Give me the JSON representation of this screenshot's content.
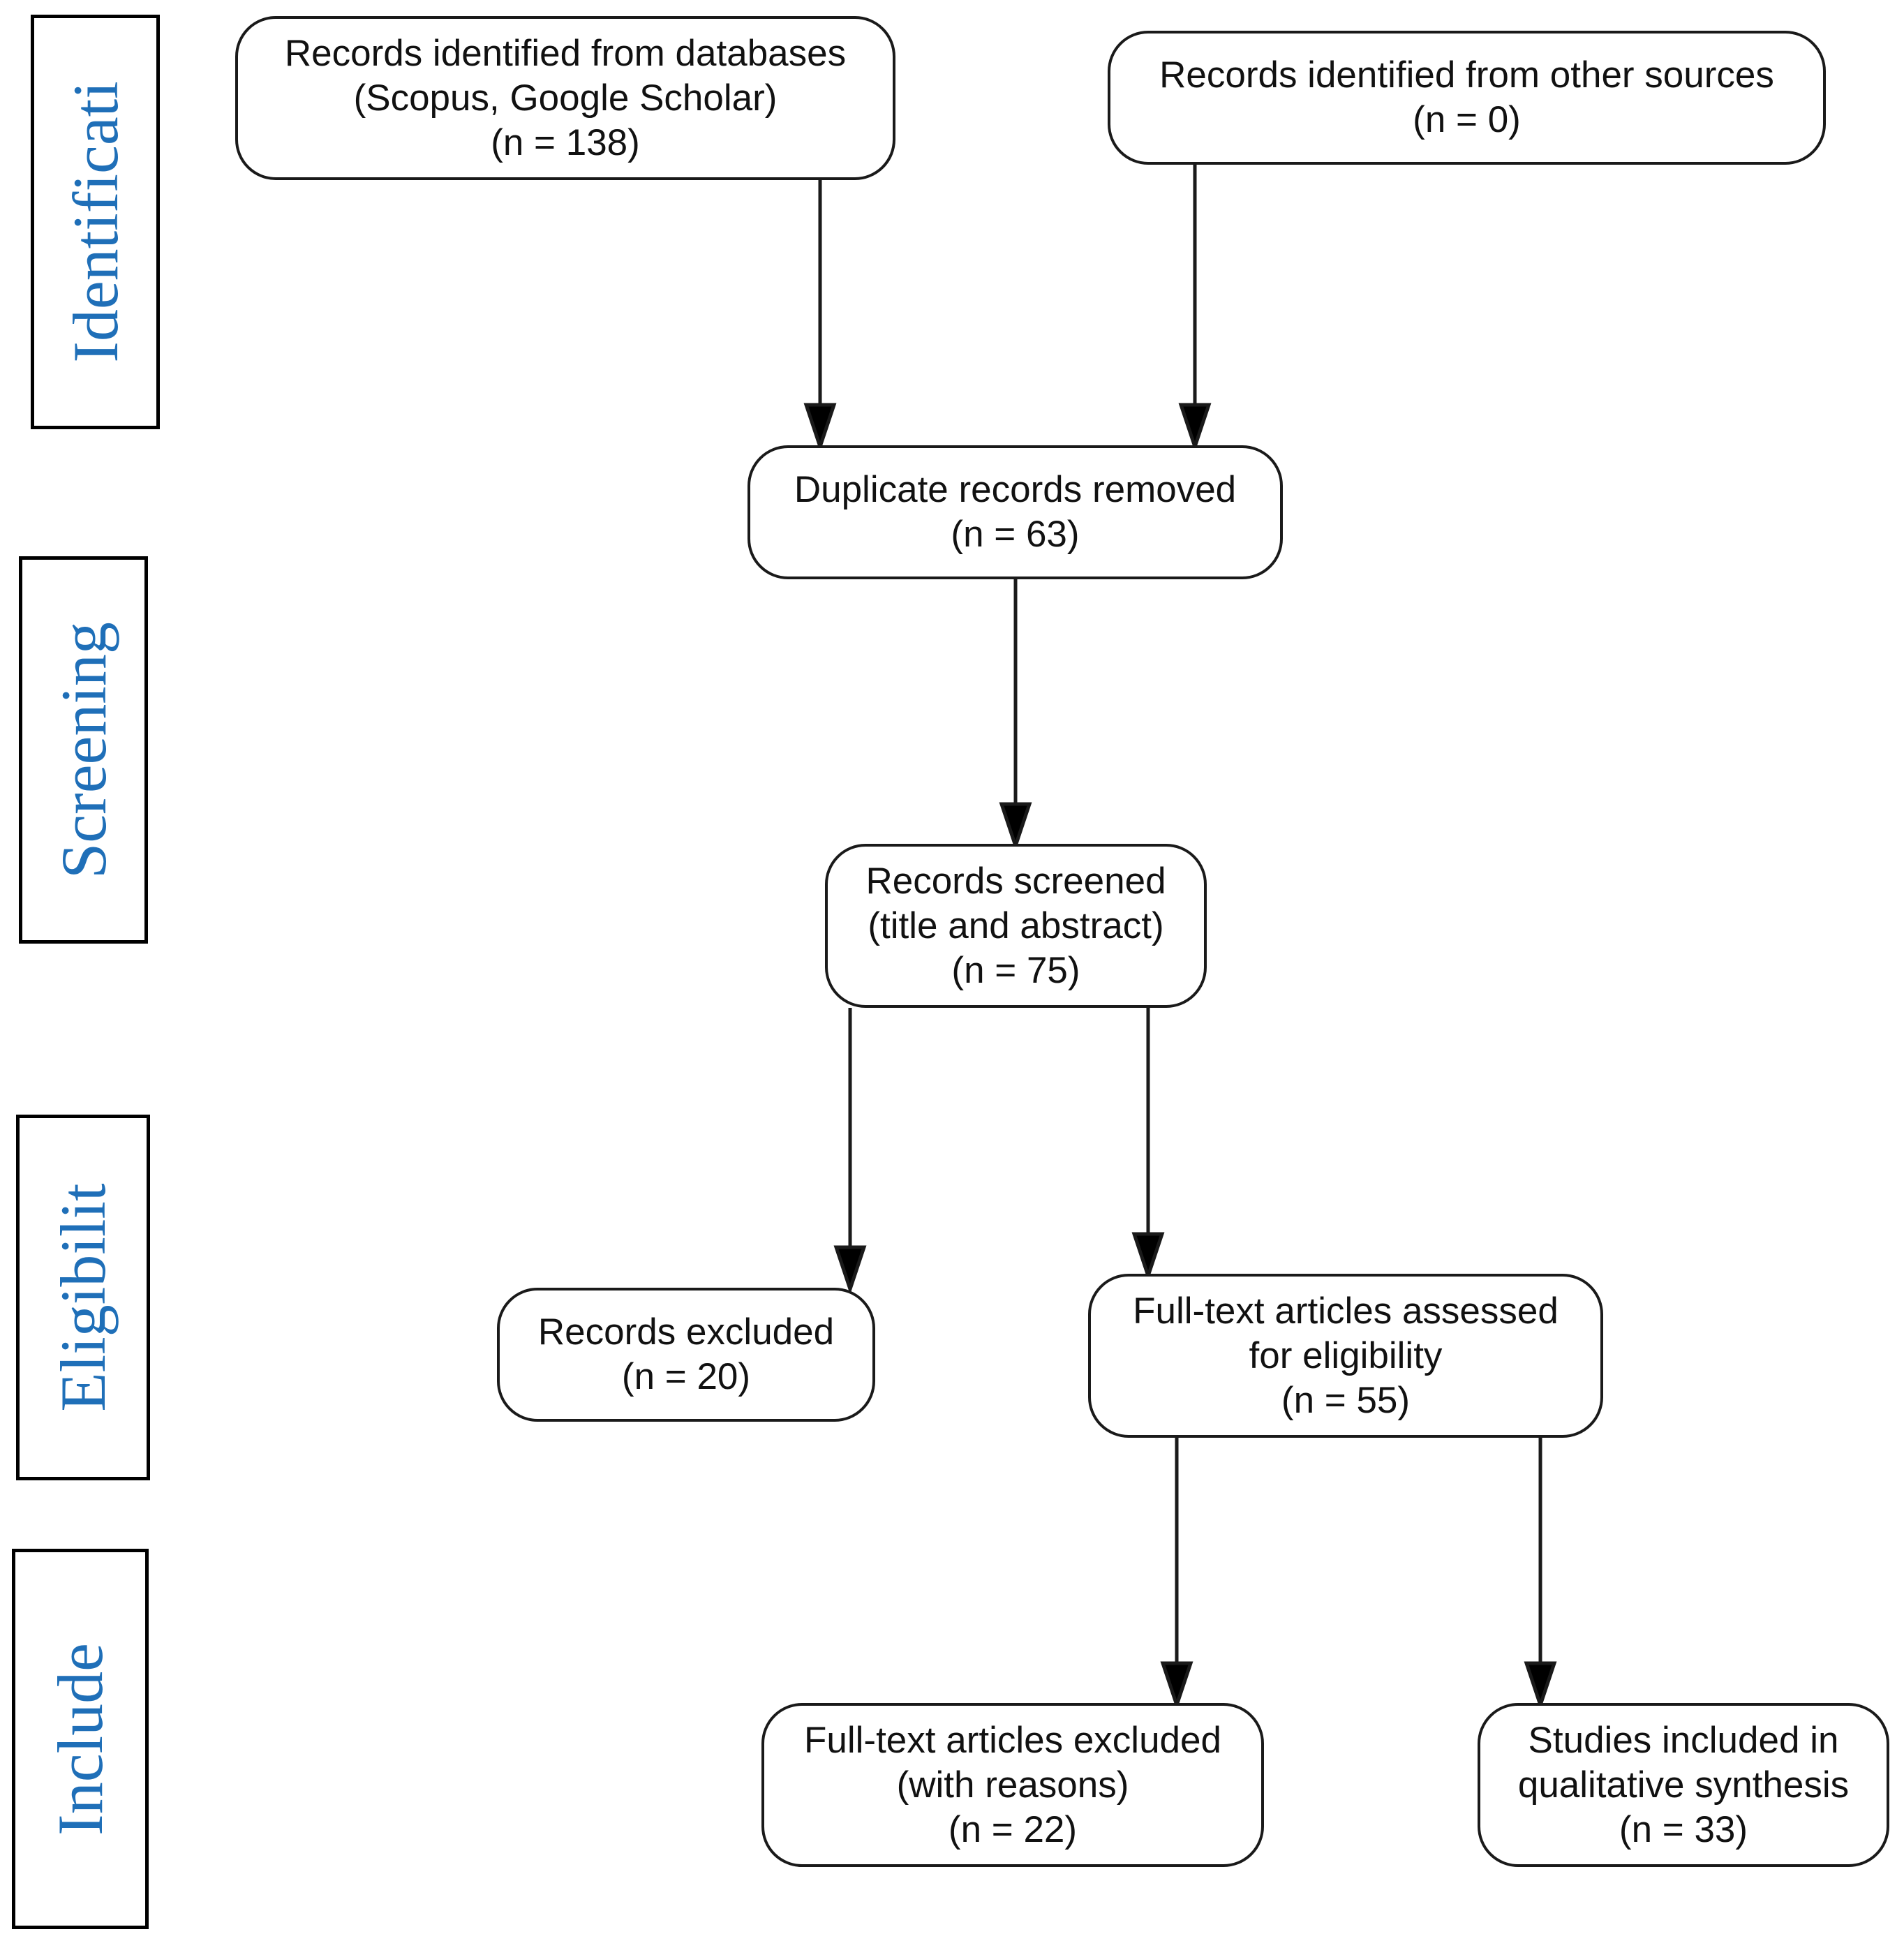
{
  "phases": {
    "identification": "Identificati",
    "screening": "Screening",
    "eligibility": "Eligibilit",
    "included": "Include"
  },
  "boxes": {
    "databases": {
      "line1": "Records identified from databases",
      "line2": "(Scopus, Google Scholar)",
      "count": "(n = 138)"
    },
    "other_sources": {
      "line1": "Records identified from other sources",
      "count": "(n = 0)"
    },
    "duplicates": {
      "line1": "Duplicate records removed",
      "count": "(n = 63)"
    },
    "screened": {
      "line1": "Records screened",
      "line2": "(title and abstract)",
      "count": "(n = 75)"
    },
    "excluded": {
      "line1": "Records excluded",
      "count": "(n = 20)"
    },
    "fulltext_assessed": {
      "line1": "Full-text articles assessed",
      "line2": "for eligibility",
      "count": "(n = 55)"
    },
    "fulltext_excluded": {
      "line1": "Full-text articles excluded",
      "line2": "(with reasons)",
      "count": "(n = 22)"
    },
    "included_studies": {
      "line1": "Studies included in",
      "line2": "qualitative synthesis",
      "count": "(n = 33)"
    }
  },
  "colors": {
    "phase_text": "#1f6fb8",
    "border": "#1a1a1a"
  }
}
